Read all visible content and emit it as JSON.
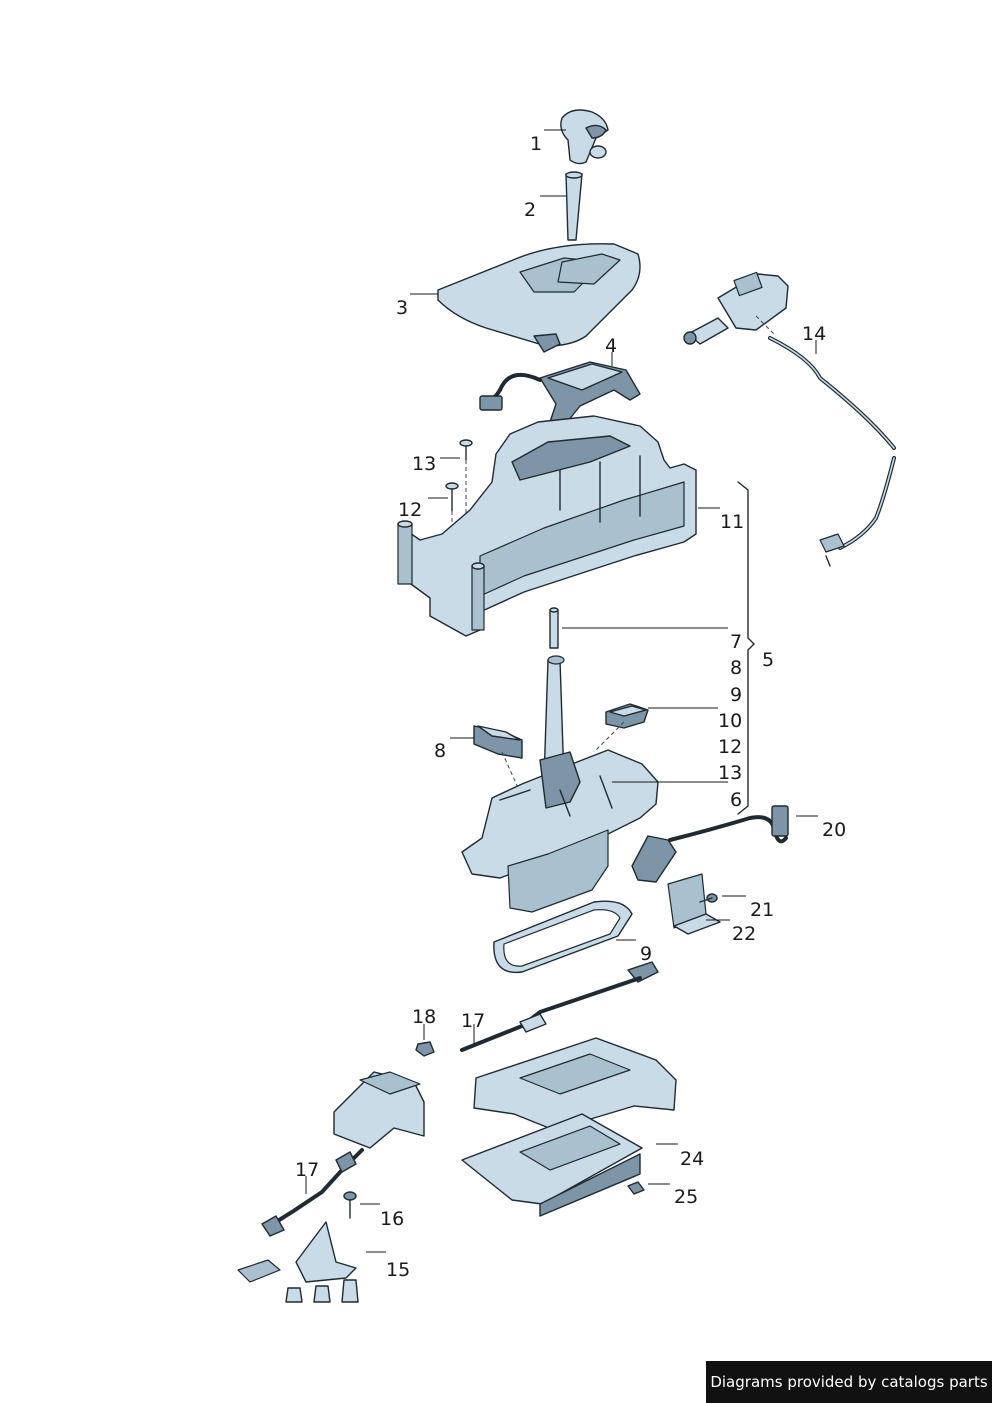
{
  "callouts": [
    {
      "id": "c1",
      "text": "1"
    },
    {
      "id": "c2",
      "text": "2"
    },
    {
      "id": "c3",
      "text": "3"
    },
    {
      "id": "c4",
      "text": "4"
    },
    {
      "id": "c13a",
      "text": "13"
    },
    {
      "id": "c12a",
      "text": "12"
    },
    {
      "id": "c11",
      "text": "11"
    },
    {
      "id": "c14",
      "text": "14"
    },
    {
      "id": "c7",
      "text": "7"
    },
    {
      "id": "c8a",
      "text": "8"
    },
    {
      "id": "c5",
      "text": "5"
    },
    {
      "id": "c9a",
      "text": "9"
    },
    {
      "id": "c10",
      "text": "10"
    },
    {
      "id": "c8b",
      "text": "8"
    },
    {
      "id": "c12b",
      "text": "12"
    },
    {
      "id": "c13b",
      "text": "13"
    },
    {
      "id": "c6",
      "text": "6"
    },
    {
      "id": "c20",
      "text": "20"
    },
    {
      "id": "c21",
      "text": "21"
    },
    {
      "id": "c22",
      "text": "22"
    },
    {
      "id": "c9b",
      "text": "9"
    },
    {
      "id": "c18",
      "text": "18"
    },
    {
      "id": "c17a",
      "text": "17"
    },
    {
      "id": "c24",
      "text": "24"
    },
    {
      "id": "c25",
      "text": "25"
    },
    {
      "id": "c17b",
      "text": "17"
    },
    {
      "id": "c16",
      "text": "16"
    },
    {
      "id": "c15",
      "text": "15"
    }
  ],
  "credit": "Diagrams provided by catalogs parts",
  "colors": {
    "part_fill": "#c9dbe6",
    "part_dark": "#7d95a6",
    "outline": "#1f2a33",
    "credit_bg": "#111111"
  }
}
